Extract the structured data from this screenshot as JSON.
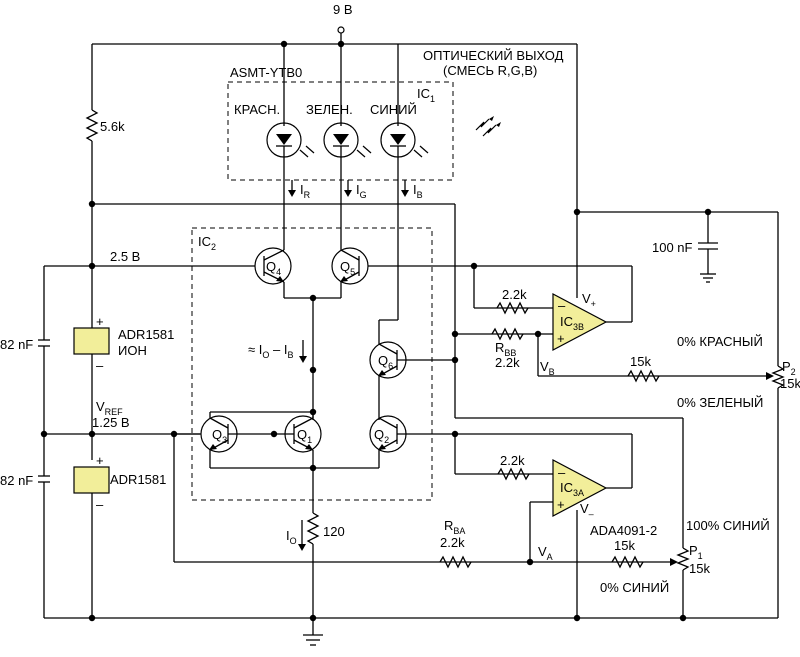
{
  "labels": {
    "supply": "9 В",
    "optical_output_1": "ОПТИЧЕСКИЙ ВЫХОД",
    "optical_output_2": "(СМЕСЬ R,G,B)",
    "led_part": "ASMT-YTB0",
    "ic1": "IC",
    "ic1_sub": "1",
    "ic2": "IC",
    "ic2_sub": "2",
    "red_led": "КРАСН.",
    "green_led": "ЗЕЛЕН.",
    "blue_led": "СИНИЙ",
    "r_top": "5.6k",
    "cap_100n": "100 nF",
    "cap_82n_top": "82 nF",
    "cap_82n_bot": "82 nF",
    "v25": "2.5 В",
    "adr_top_1": "ADR1581",
    "adr_top_2": "ИОН",
    "adr_bot": "ADR1581",
    "vref": "V",
    "vref_sub": "REF",
    "vref_val": "1.25 В",
    "io_minus_ib": "≈ I",
    "io_sub": "O",
    "io_minus": " – I",
    "ib_sub": "B",
    "i_r": "I",
    "i_r_sub": "R",
    "i_g": "I",
    "i_g_sub": "G",
    "i_b": "I",
    "i_b_sub": "B",
    "q4": "Q",
    "q4_sub": "4",
    "q5": "Q",
    "q5_sub": "5",
    "q6": "Q",
    "q6_sub": "6",
    "q3": "Q",
    "q3_sub": "3",
    "q1": "Q",
    "q1_sub": "1",
    "q2": "Q",
    "q2_sub": "2",
    "r22k_3b": "2.2k",
    "rbb": "R",
    "rbb_sub": "BB",
    "rbb_val": "2.2k",
    "r22k_3a": "2.2k",
    "rba": "R",
    "rba_sub": "BA",
    "rba_val": "2.2k",
    "r120": "120",
    "io": "I",
    "io_label_sub": "O",
    "ic3b": "IC",
    "ic3b_sub": "3B",
    "ic3a": "IC",
    "ic3a_sub": "3A",
    "vplus": "V",
    "vplus_sub": "+",
    "vminus": "V",
    "vminus_sub": "–",
    "vb": "V",
    "vb_sub": "B",
    "va": "V",
    "va_sub": "A",
    "r15k_b": "15k",
    "r15k_a": "15k",
    "opamp_part": "ADA4091-2",
    "p2": "P",
    "p2_sub": "2",
    "p2_val": "15k",
    "p1": "P",
    "p1_sub": "1",
    "p1_val": "15k",
    "red_0": "0% КРАСНЫЙ",
    "green_0": "0% ЗЕЛЕНЫЙ",
    "blue_100": "100% СИНИЙ",
    "blue_0": "0% СИНИЙ",
    "plus": "+",
    "minus": "–"
  }
}
